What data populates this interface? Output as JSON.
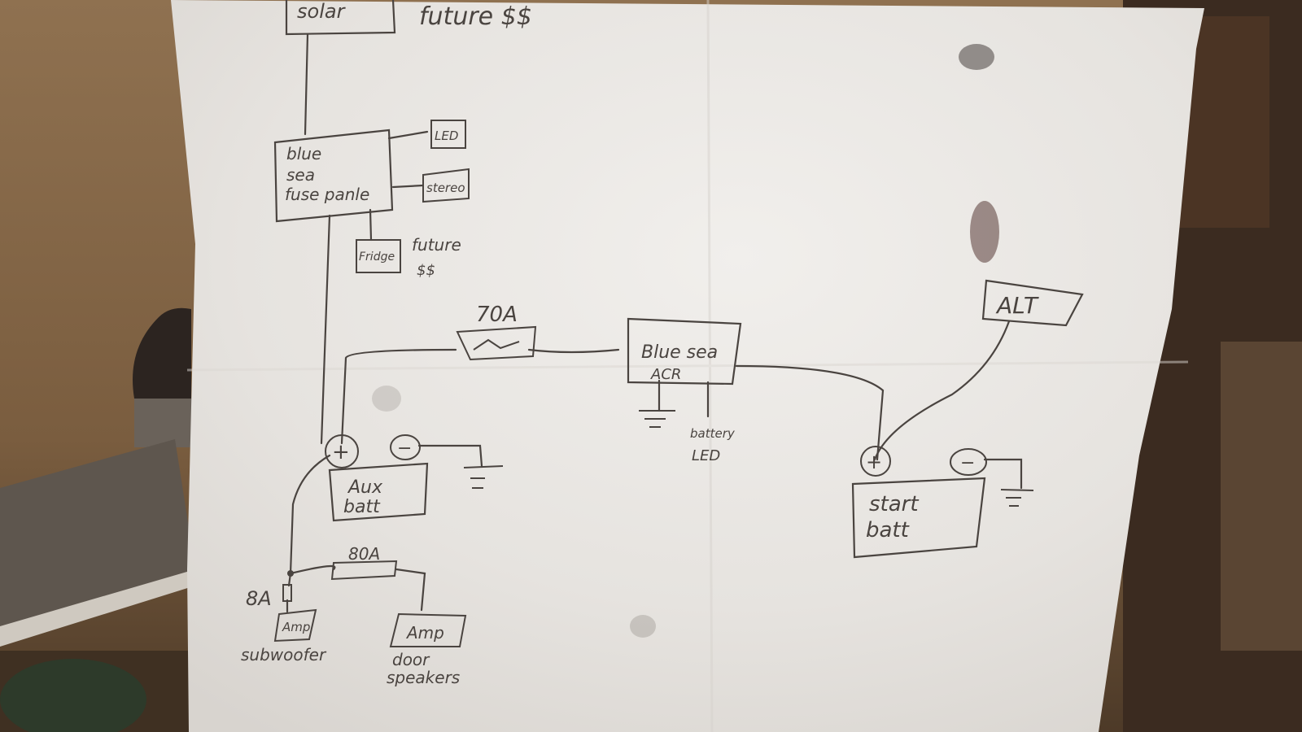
{
  "diagram": {
    "type": "hand-drawn wiring diagram (photo of paper)",
    "top": {
      "solar_label": "solar",
      "future_label": "future $$"
    },
    "fuse_panel": {
      "line1": "blue",
      "line2": "sea",
      "line3": "fuse panle"
    },
    "outputs": {
      "led": "LED",
      "stereo": "stereo",
      "fridge": "Fridge",
      "future_line1": "future",
      "future_line2": "$$"
    },
    "fuse_70": "70A",
    "acr": {
      "line1": "Blue sea",
      "line2": "ACR",
      "battery_led_line1": "battery",
      "battery_led_line2": "LED"
    },
    "alternator": "ALT",
    "aux_battery": {
      "line1": "Aux",
      "line2": "batt",
      "pos": "+",
      "neg": "−"
    },
    "start_battery": {
      "line1": "start",
      "line2": "batt",
      "pos": "+",
      "neg": "−"
    },
    "fuse_80": "80A",
    "fuse_8": "8A",
    "amp_sub": {
      "label": "Amp",
      "caption": "subwoofer"
    },
    "amp_door": {
      "label": "Amp",
      "caption_line1": "door",
      "caption_line2": "speakers"
    }
  },
  "colors": {
    "paper": "#e9e6e2",
    "ink": "#4a4440",
    "background_wall": "#8a6a45",
    "background_dark": "#3a2a20"
  }
}
